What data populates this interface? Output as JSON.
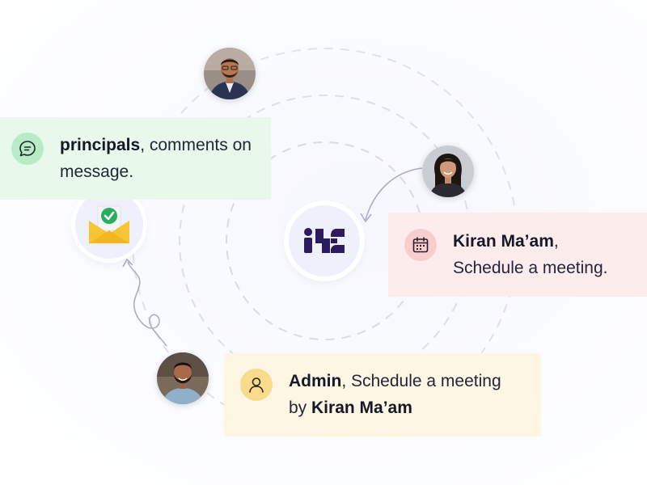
{
  "cards": {
    "comment": {
      "icon": "chat-bubble-icon",
      "name": "principals",
      "text": ", comments on message."
    },
    "schedule": {
      "icon": "calendar-icon",
      "name": "Kiran Ma’am",
      "text_suffix": ",",
      "line2": "Schedule a meeting."
    },
    "admin": {
      "icon": "user-icon",
      "name": "Admin",
      "text": ", Schedule a meeting by ",
      "name2": "Kiran Ma’am"
    }
  },
  "center_logo": {
    "icon": "brand-logo-icon",
    "color": "#2d1b5f"
  },
  "mail_badge": {
    "icon": "envelope-check-icon"
  },
  "colors": {
    "comment_bg": "#e8f8ea",
    "schedule_bg": "#fdecec",
    "admin_bg": "#fdf6e3",
    "orbit_dash": "#d9dbe6"
  }
}
